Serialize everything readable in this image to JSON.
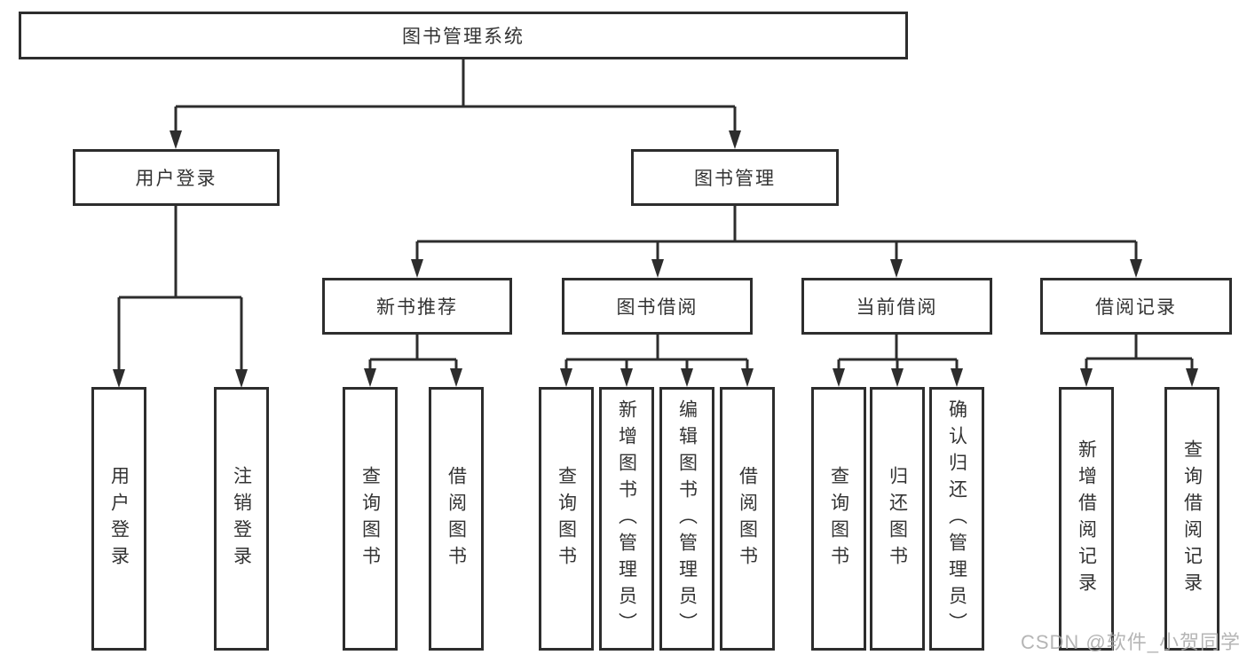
{
  "diagram": {
    "root": "图书管理系统",
    "user_login": {
      "label": "用户登录",
      "children": [
        "用户登录",
        "注销登录"
      ]
    },
    "book_mgmt": {
      "label": "图书管理",
      "groups": [
        {
          "label": "新书推荐",
          "children": [
            "查询图书",
            "借阅图书"
          ]
        },
        {
          "label": "图书借阅",
          "children": [
            "查询图书",
            "新增图书（管理员）",
            "编辑图书（管理员）",
            "借阅图书"
          ]
        },
        {
          "label": "当前借阅",
          "children": [
            "查询图书",
            "归还图书",
            "确认归还（管理员）"
          ]
        },
        {
          "label": "借阅记录",
          "children": [
            "新增借阅记录",
            "查询借阅记录"
          ]
        }
      ]
    }
  },
  "colors": {
    "line": "#2d2d2d",
    "text": "#333333",
    "watermark": "#a9a9a9",
    "background": "#ffffff"
  },
  "watermark": {
    "text": "CSDN @软件_小贺同学"
  }
}
